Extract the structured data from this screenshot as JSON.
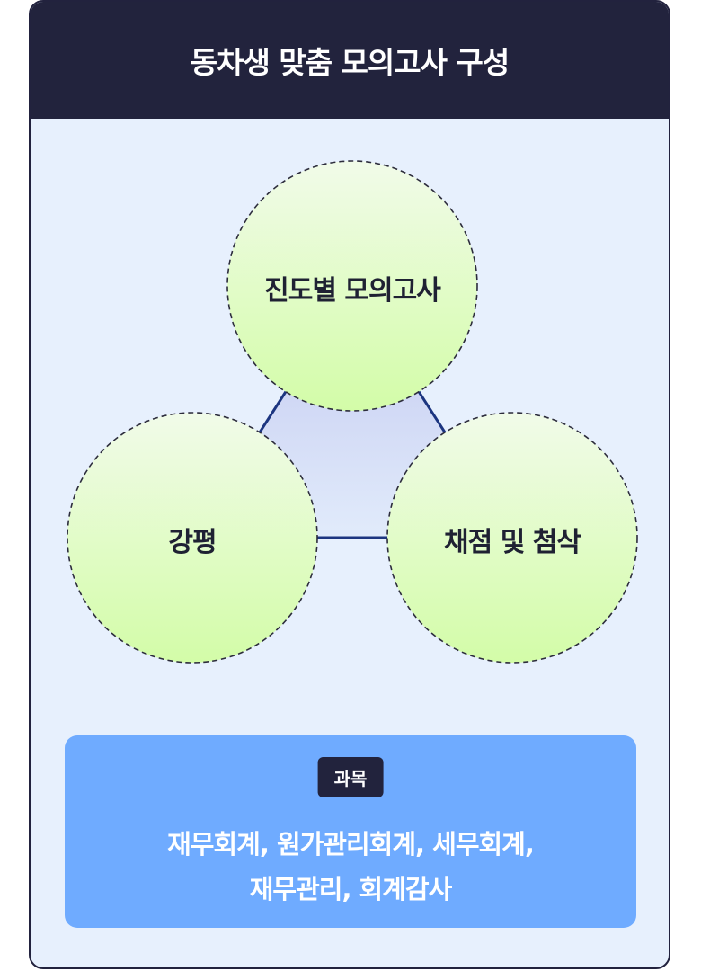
{
  "header": {
    "title": "동차생 맞춤 모의고사 구성"
  },
  "diagram": {
    "nodes": [
      {
        "id": "progress-mock-exam",
        "label": "진도별 모의고사"
      },
      {
        "id": "review",
        "label": "강평"
      },
      {
        "id": "grading",
        "label": "채점 및 첨삭"
      }
    ]
  },
  "subjects": {
    "badge": "과목",
    "line1": "재무회계, 원가관리회계, 세무회계,",
    "line2": "재무관리, 회계감사"
  },
  "colors": {
    "header_bg": "#22233d",
    "card_bg": "#e7f0fd",
    "triangle_fill_top": "#c3c9f0",
    "triangle_stroke": "#1c3580",
    "circle_fill_top": "#f1fbe9",
    "circle_fill_bottom": "#d3fca8",
    "subject_box": "#6fabff"
  }
}
